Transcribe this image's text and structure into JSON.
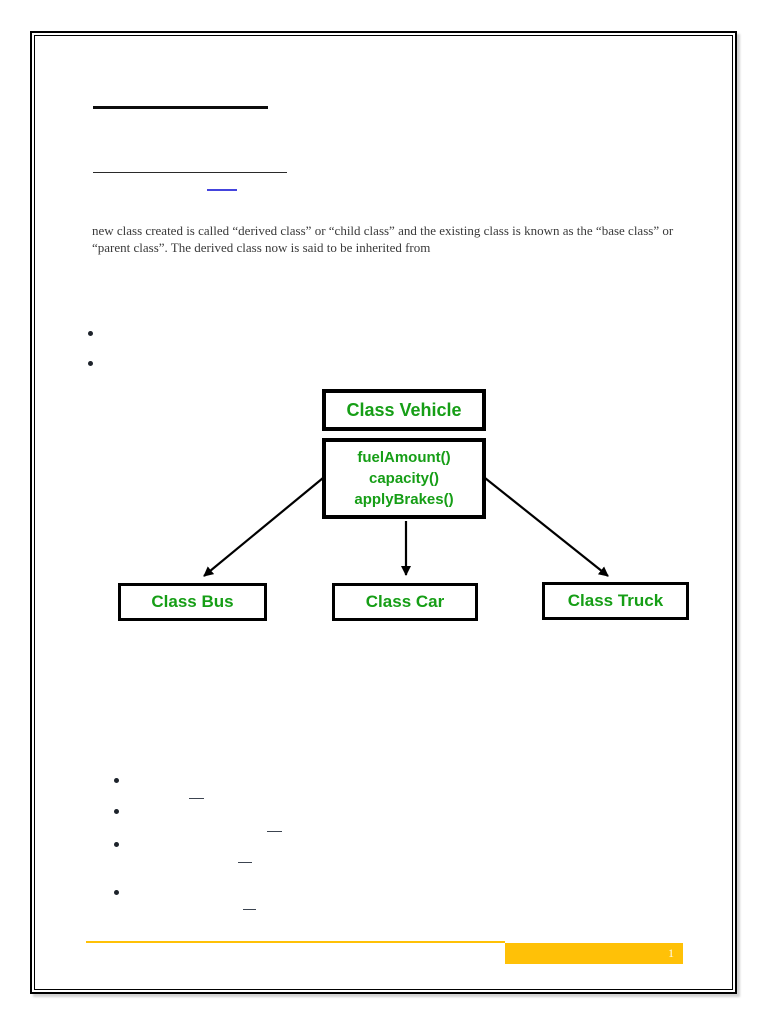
{
  "document": {
    "paragraph": "new class created is called “derived class” or “child class” and the existing class is known as the “base class” or “parent class”. The derived class now is said to be inherited from"
  },
  "diagram": {
    "parent": {
      "label": "Class Vehicle"
    },
    "methods": [
      "fuelAmount()",
      "capacity()",
      "applyBrakes()"
    ],
    "children": [
      {
        "label": "Class Bus"
      },
      {
        "label": "Class Car"
      },
      {
        "label": "Class Truck"
      }
    ]
  },
  "footer": {
    "page_number": "1"
  },
  "colors": {
    "diagram_green": "#169E16",
    "diagram_border": "#000000",
    "accent_gold": "#FFC107",
    "link_blue": "#4444DD",
    "body_text": "#3A3A3A"
  }
}
